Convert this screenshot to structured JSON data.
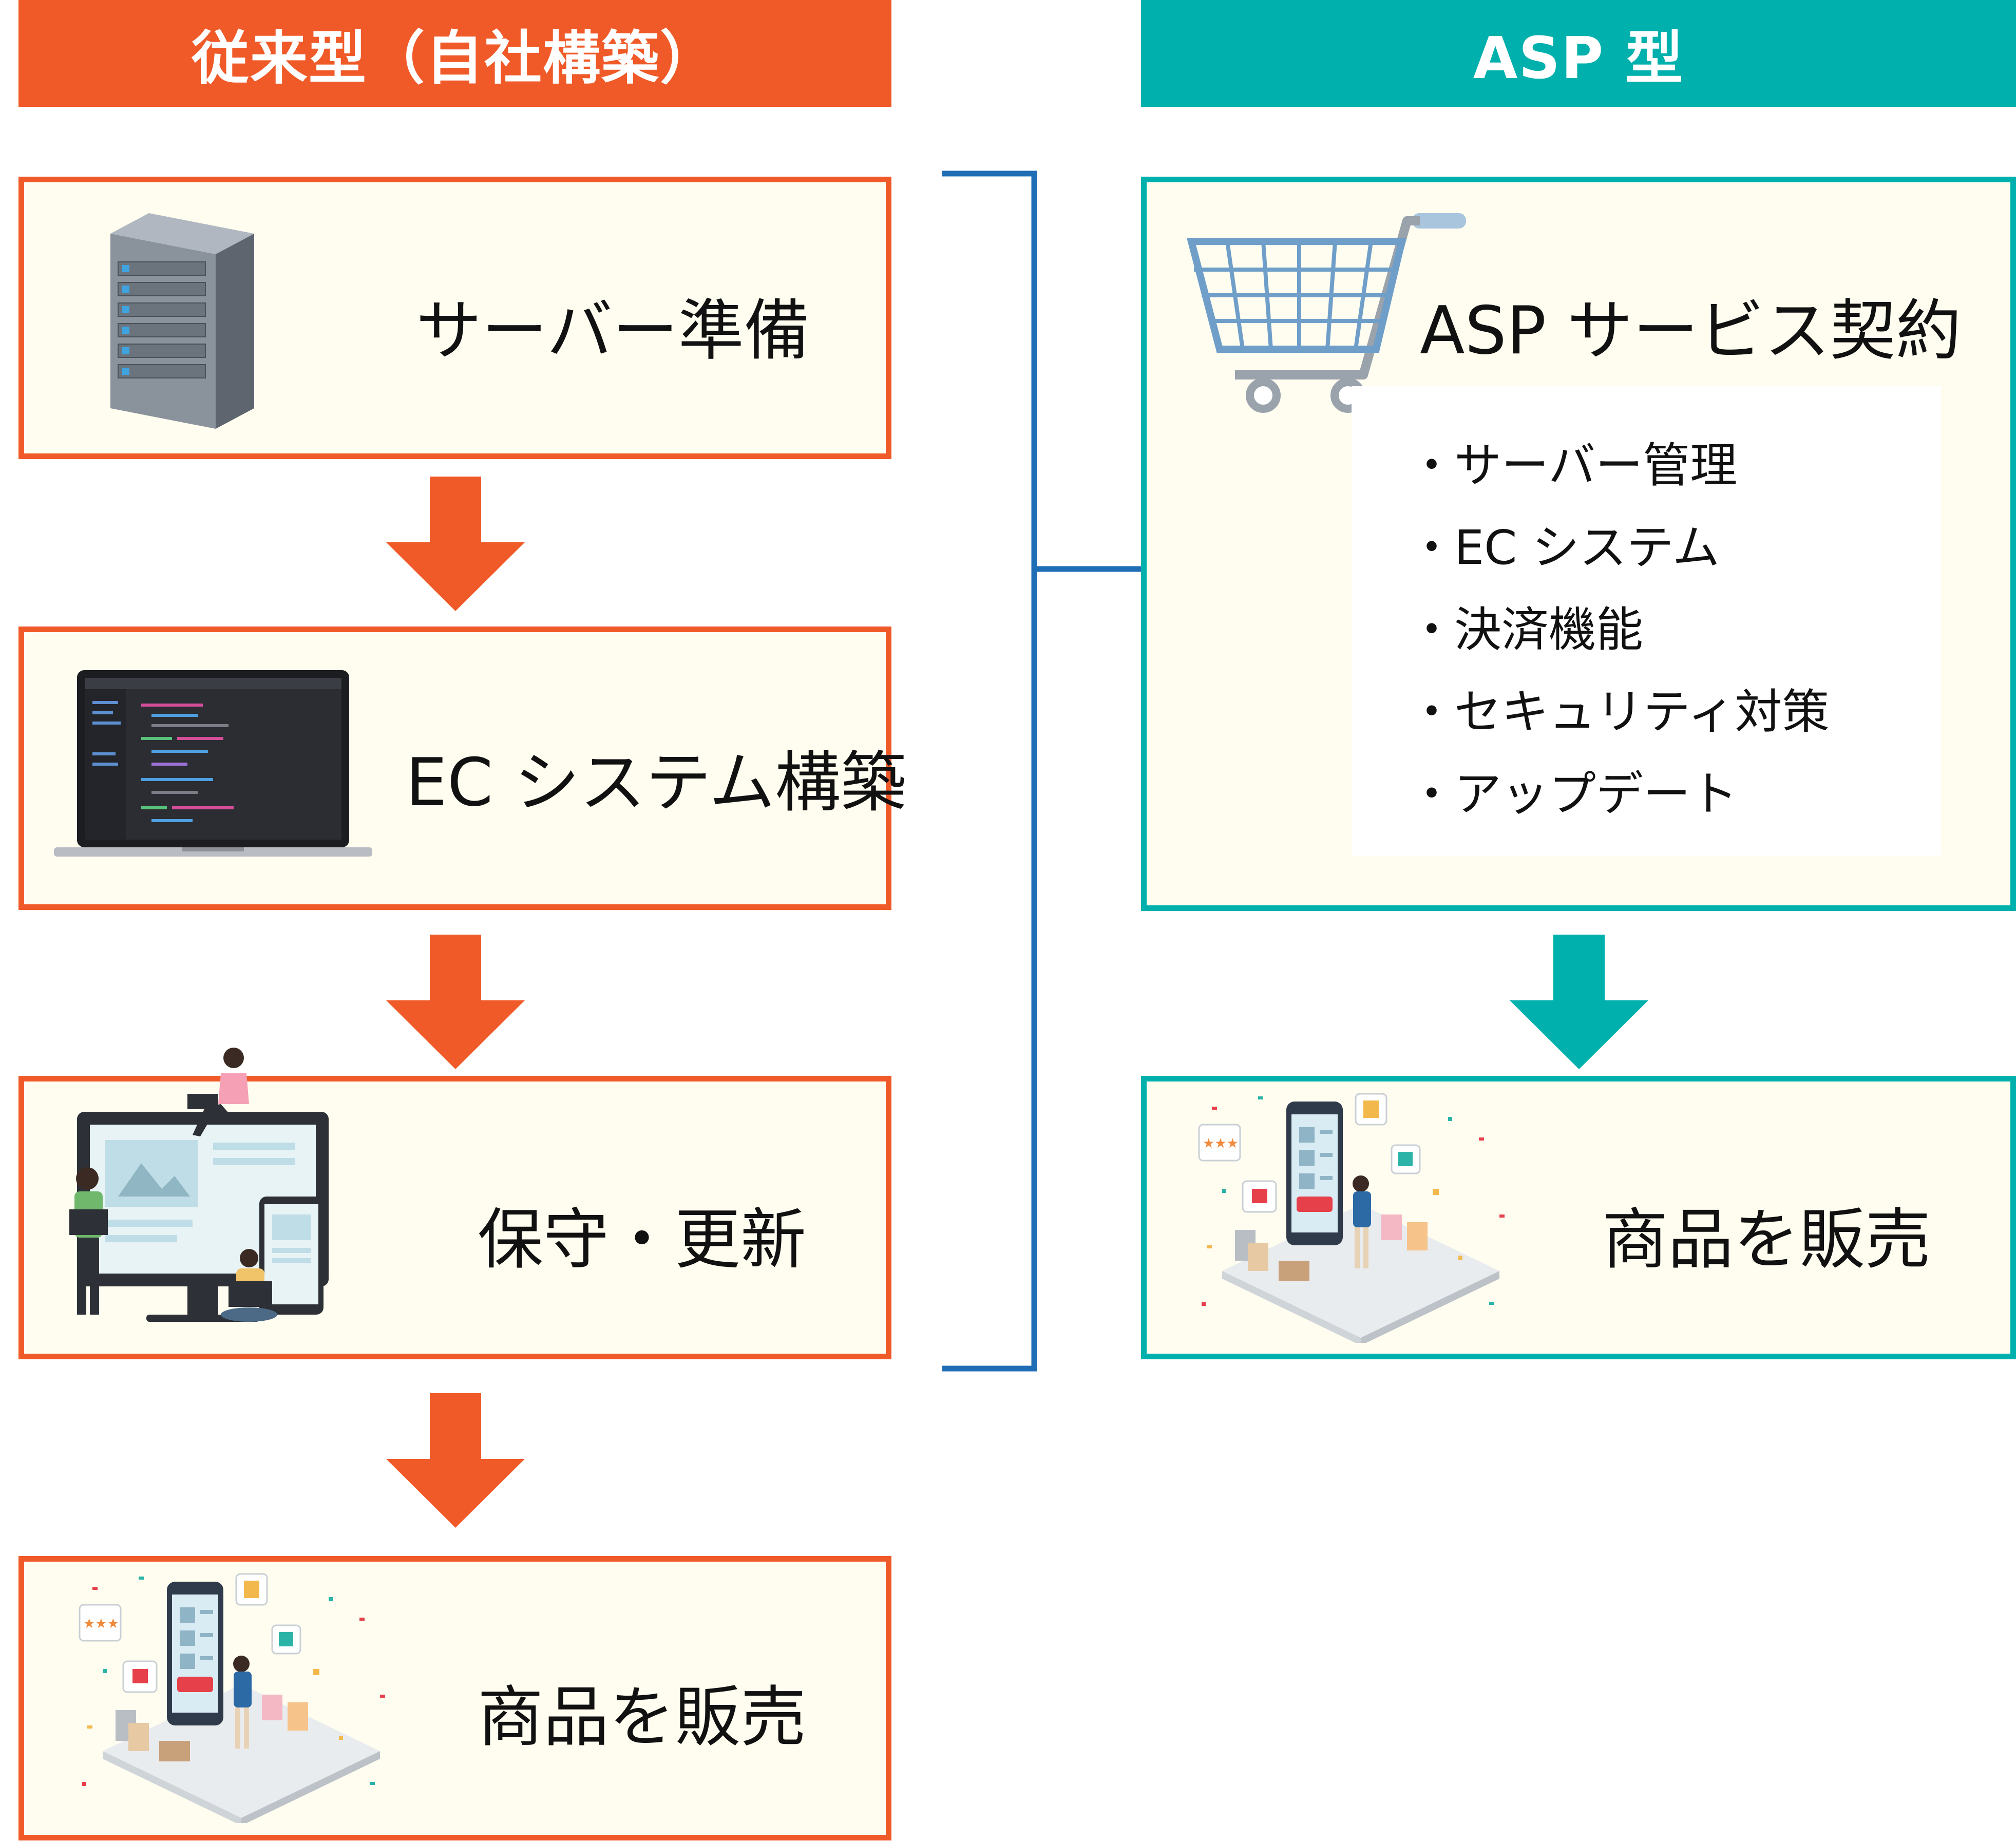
{
  "headers": {
    "left": "従来型（自社構築）",
    "right": "ASP 型"
  },
  "left_steps": [
    {
      "label": "サーバー準備",
      "icon": "server-icon"
    },
    {
      "label": "EC システム構築",
      "icon": "laptop-code-icon"
    },
    {
      "label": "保守・更新",
      "icon": "maintenance-illustration-icon"
    },
    {
      "label": "商品を販売",
      "icon": "online-shop-illustration-icon"
    }
  ],
  "right_steps": [
    {
      "label": "ASP サービス契約",
      "icon": "shopping-cart-icon",
      "included": [
        "サーバー管理",
        "EC システム",
        "決済機能",
        "セキュリティ対策",
        "アップデート"
      ]
    },
    {
      "label": "商品を販売",
      "icon": "online-shop-illustration-icon"
    }
  ],
  "bullet": "・",
  "colors": {
    "orange": "#f05a28",
    "teal": "#00b0ad",
    "blue_connector": "#1f6db5",
    "box_bg": "#fefdf0"
  }
}
